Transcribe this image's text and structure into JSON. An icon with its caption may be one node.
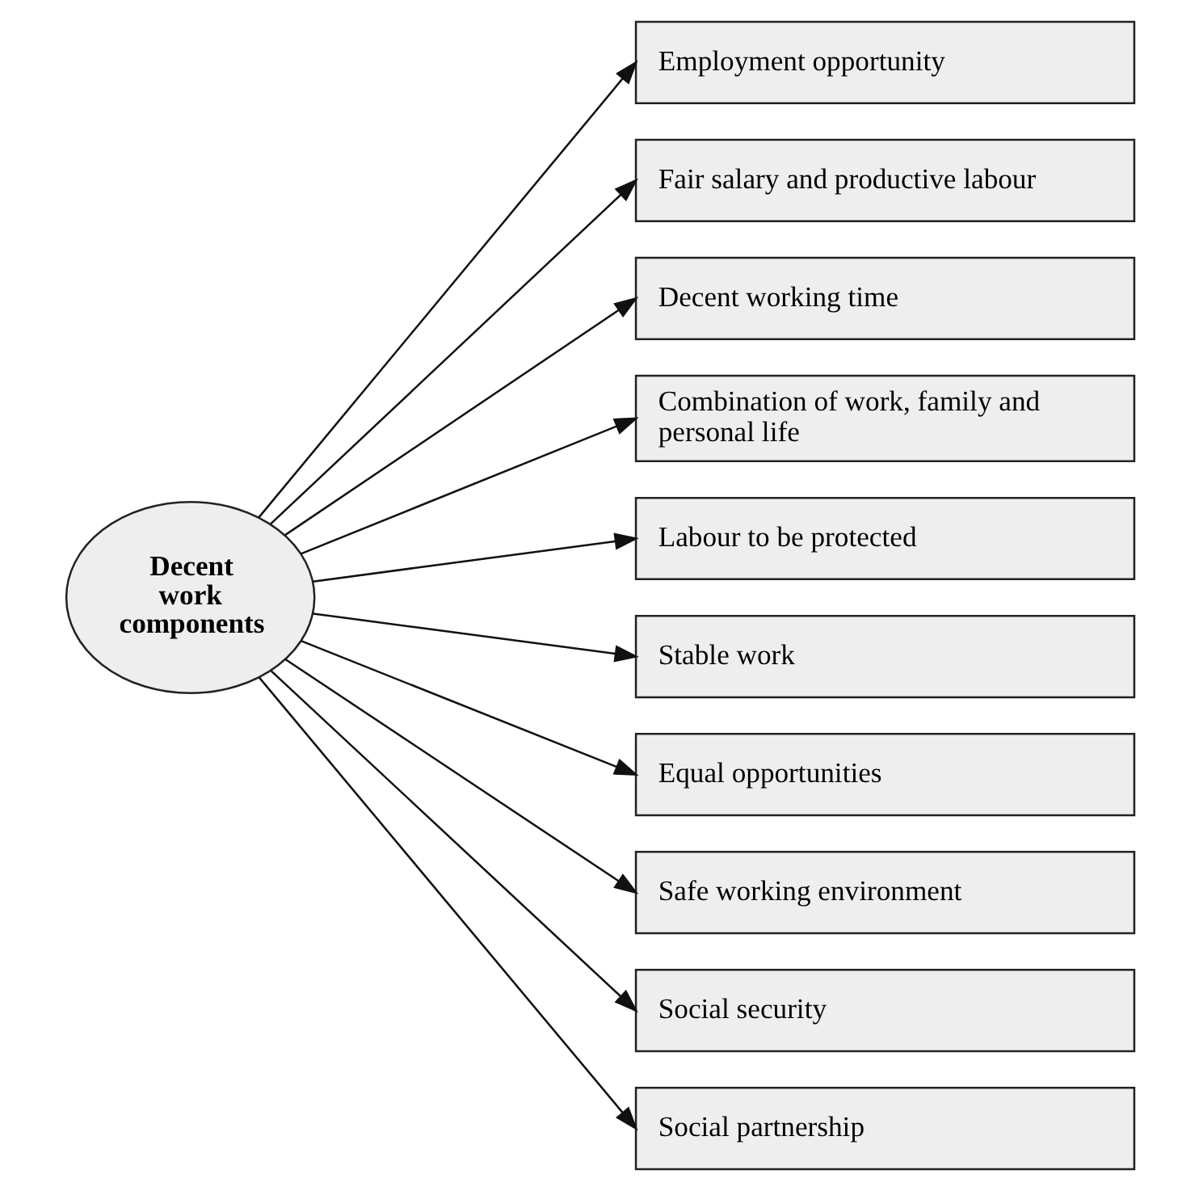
{
  "diagram": {
    "nodes": [
      {
        "text": [
          "Decent work components"
        ]
      },
      {
        "text": [
          "Employment opportunity"
        ]
      },
      {
        "text": [
          "Fair salary and productive labour"
        ]
      },
      {
        "text": [
          "Decent working time"
        ]
      },
      {
        "text": [
          "Combination of work, family and personal life"
        ]
      },
      {
        "text": [
          "Labour to be protected"
        ]
      },
      {
        "text": [
          "Stable work"
        ]
      },
      {
        "text": [
          "Equal opportunities"
        ]
      },
      {
        "text": [
          "Safe working environment"
        ]
      },
      {
        "text": [
          "Social security"
        ]
      },
      {
        "text": [
          "Social partnership"
        ]
      }
    ],
    "edges": [
      {
        "from": 0,
        "to": 1,
        "arrow": "to"
      },
      {
        "from": 0,
        "to": 2,
        "arrow": "to"
      },
      {
        "from": 0,
        "to": 3,
        "arrow": "to"
      },
      {
        "from": 0,
        "to": 4,
        "arrow": "to"
      },
      {
        "from": 0,
        "to": 5,
        "arrow": "to"
      },
      {
        "from": 0,
        "to": 6,
        "arrow": "to"
      },
      {
        "from": 0,
        "to": 7,
        "arrow": "to"
      },
      {
        "from": 0,
        "to": 8,
        "arrow": "to"
      },
      {
        "from": 0,
        "to": 9,
        "arrow": "to"
      },
      {
        "from": 0,
        "to": 10,
        "arrow": "to"
      }
    ]
  }
}
